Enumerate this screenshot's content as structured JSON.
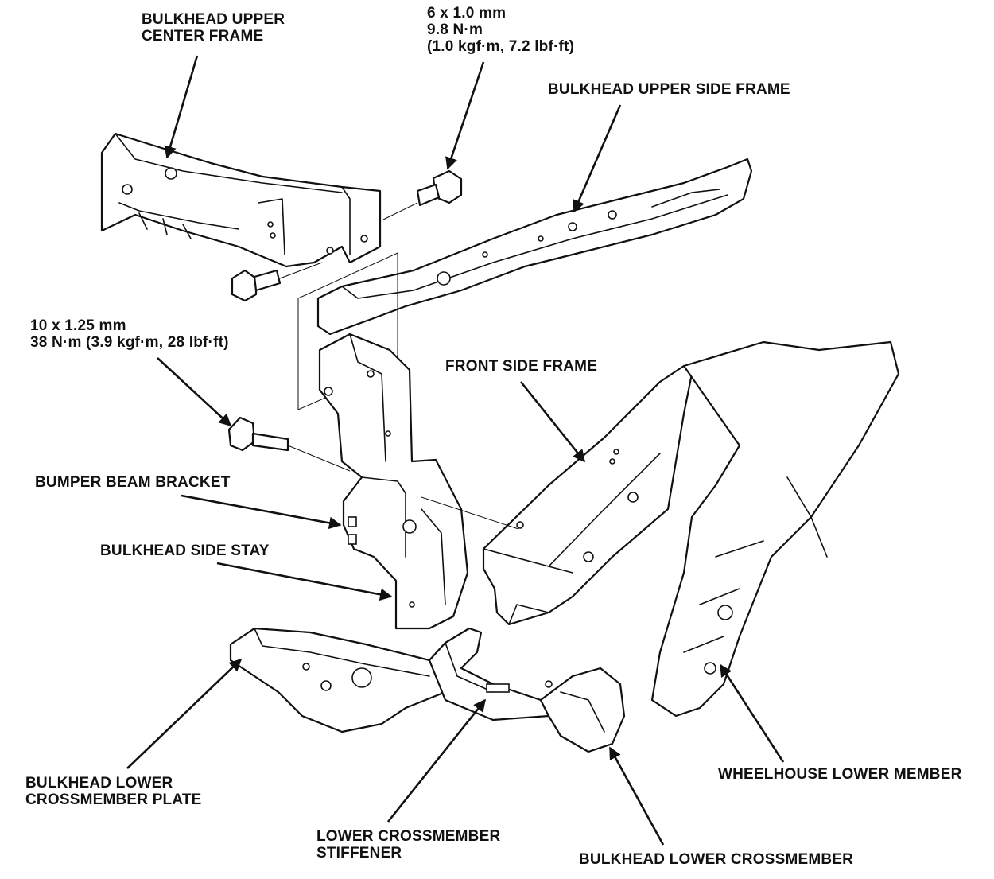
{
  "labels": {
    "upper_center_frame": [
      "BULKHEAD UPPER",
      "CENTER FRAME"
    ],
    "bolt_6mm": [
      "6 x 1.0 mm",
      "9.8 N·m",
      "(1.0 kgf·m, 7.2 lbf·ft)"
    ],
    "upper_side_frame": [
      "BULKHEAD UPPER SIDE FRAME"
    ],
    "bolt_10mm": [
      "10 x 1.25 mm",
      "38 N·m (3.9 kgf·m, 28 lbf·ft)"
    ],
    "front_side_frame": [
      "FRONT SIDE FRAME"
    ],
    "bumper_beam_bracket": [
      "BUMPER BEAM BRACKET"
    ],
    "bulkhead_side_stay": [
      "BULKHEAD SIDE STAY"
    ],
    "lower_crossmember_plate": [
      "BULKHEAD LOWER",
      "CROSSMEMBER PLATE"
    ],
    "lower_crossmember_stiffener": [
      "LOWER CROSSMEMBER",
      "STIFFENER"
    ],
    "lower_crossmember": [
      "BULKHEAD LOWER CROSSMEMBER"
    ],
    "wheelhouse_lower_member": [
      "WHEELHOUSE LOWER MEMBER"
    ]
  }
}
